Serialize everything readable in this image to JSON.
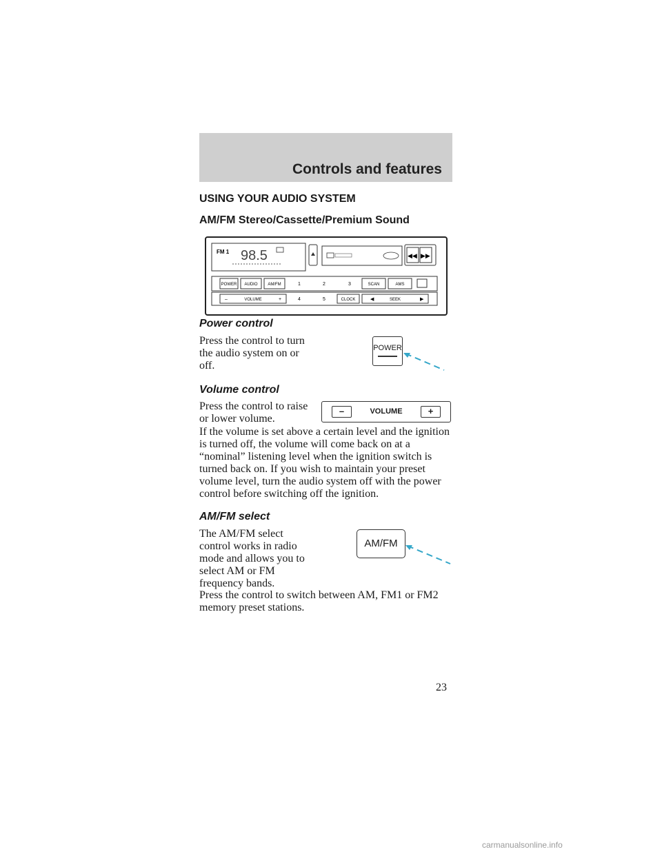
{
  "header": {
    "title": "Controls and features"
  },
  "heading_main": "USING YOUR AUDIO SYSTEM",
  "heading_sub": "AM/FM Stereo/Cassette/Premium Sound",
  "radio_panel": {
    "band": "FM 1",
    "frequency": "98.5",
    "top_buttons": {
      "power": "POWER",
      "audio": "AUDIO",
      "amfm": "AM/FM",
      "p1": "1",
      "p2": "2",
      "p3": "3",
      "scan": "SCAN",
      "ams": "AMS"
    },
    "bottom_buttons": {
      "minus": "–",
      "volume": "VOLUME",
      "plus": "+",
      "p4": "4",
      "p5": "5",
      "clock": "CLOCK",
      "seek": "SEEK"
    }
  },
  "sections": {
    "power": {
      "heading": "Power control",
      "text": "Press the control to turn the audio system on or off.",
      "button_label": "POWER"
    },
    "volume": {
      "heading": "Volume control",
      "text": "Press the control to raise or lower volume.",
      "text2": "If the volume is set above a certain level and the ignition is turned off, the volume will come back on at a “nominal” listening level when the ignition switch is turned back on. If you wish to maintain your preset volume level, turn the audio system off with the power control before switching off the ignition.",
      "minus_label": "–",
      "button_label": "VOLUME",
      "plus_label": "+"
    },
    "amfm": {
      "heading": "AM/FM select",
      "text": "The AM/FM select control works in radio mode and allows you to select AM or FM frequency bands.",
      "text2": "Press the control to switch between AM, FM1 or FM2 memory preset stations.",
      "button_label": "AM/FM"
    }
  },
  "page_number": "23",
  "watermark": "carmanualsonline.info",
  "colors": {
    "header_band": "#cfcfcf",
    "arrow": "#35a7c9"
  }
}
